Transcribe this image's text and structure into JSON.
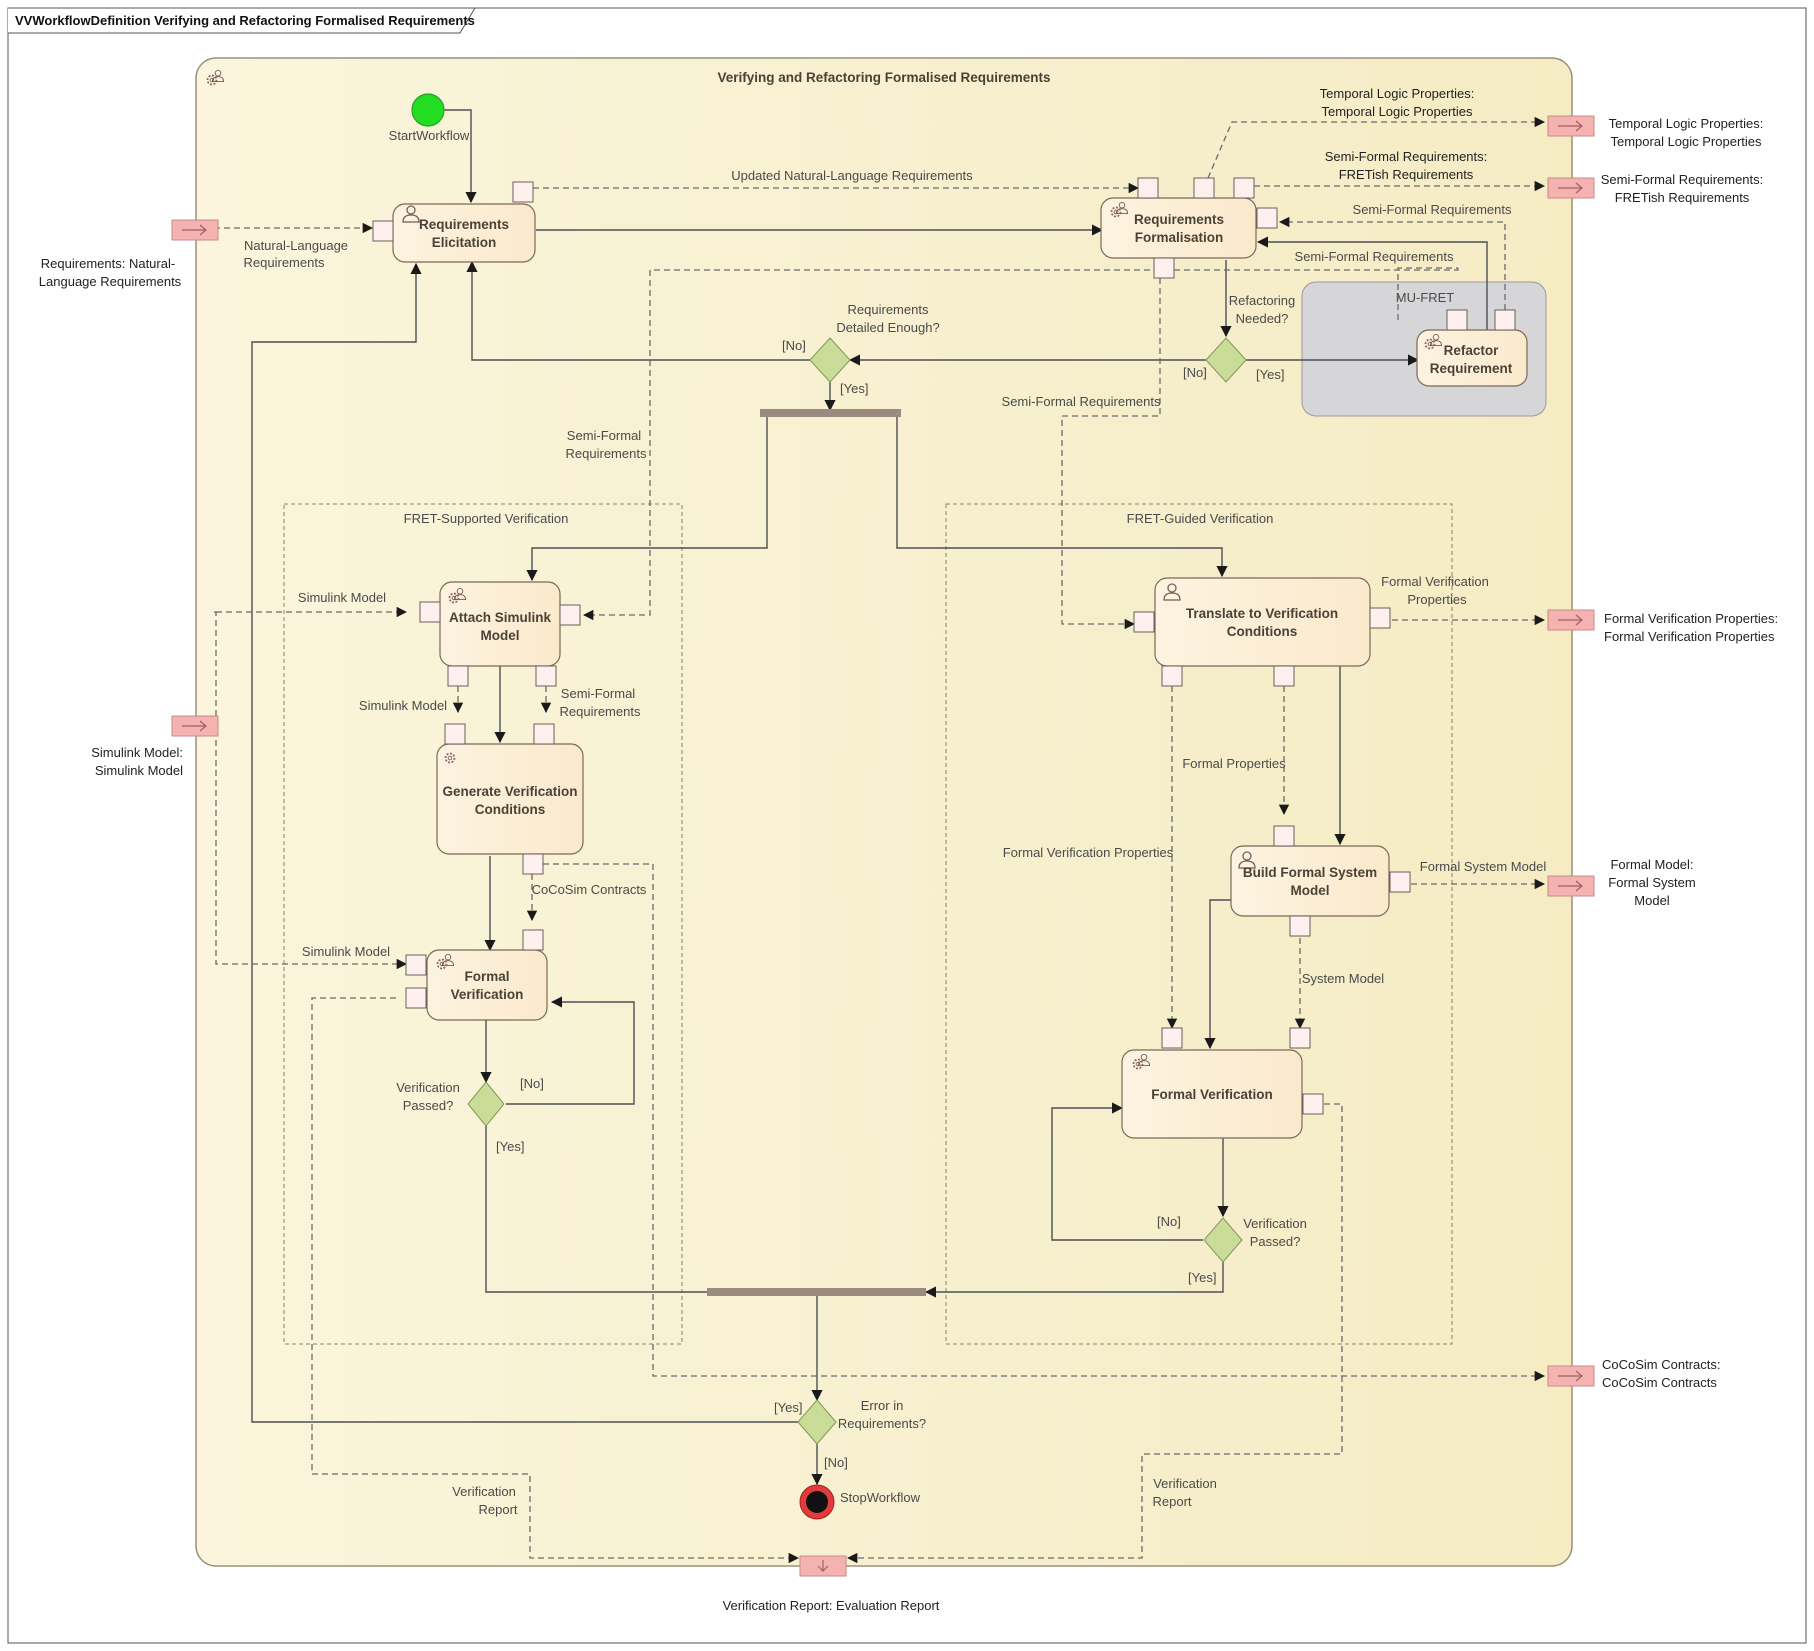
{
  "frame_title": "VVWorkflowDefinition Verifying and Refactoring Formalised Requirements",
  "activity_title": "Verifying and Refactoring Formalised Requirements",
  "start_node": "StartWorkflow",
  "stop_node": "StopWorkflow",
  "region_mufret": "MU-FRET",
  "partition_supported": "FRET-Supported Verification",
  "partition_guided": "FRET-Guided Verification",
  "actions": {
    "req_elicitation": [
      "Requirements",
      "Elicitation"
    ],
    "req_formalisation": [
      "Requirements",
      "Formalisation"
    ],
    "refactor": [
      "Refactor",
      "Requirement"
    ],
    "attach_simulink": [
      "Attach Simulink",
      "Model"
    ],
    "generate_vc": [
      "Generate Verification",
      "Conditions"
    ],
    "formal_verification_left": [
      "Formal",
      "Verification"
    ],
    "translate_vc": [
      "Translate to Verification",
      "Conditions"
    ],
    "build_formal_model": [
      "Build Formal System",
      "Model"
    ],
    "formal_verification_right": "Formal Verification"
  },
  "decisions": {
    "detailed_enough": [
      "Requirements",
      "Detailed Enough?"
    ],
    "refactoring_needed": [
      "Refactoring",
      "Needed?"
    ],
    "verif_passed_left": [
      "Verification",
      "Passed?"
    ],
    "verif_passed_right": [
      "Verification",
      "Passed?"
    ],
    "error_in_req": [
      "Error in",
      "Requirements?"
    ]
  },
  "guards": {
    "yes": "[Yes]",
    "no": "[No]"
  },
  "flow_labels": {
    "natural_language_req": [
      "Natural-Language",
      "Requirements"
    ],
    "updated_nl_req": "Updated Natural-Language Requirements",
    "temporal_logic": [
      "Temporal Logic Properties:",
      "Temporal Logic Properties"
    ],
    "semi_formal_fretish": [
      "Semi-Formal Requirements:",
      "FRETish Requirements"
    ],
    "semi_formal_req": "Semi-Formal Requirements",
    "semi_formal_req_split": [
      "Semi-Formal",
      "Requirements"
    ],
    "simulink_model": "Simulink Model",
    "cocosim_contracts": "CoCoSim Contracts",
    "formal_verification_properties": "Formal Verification Properties",
    "formal_verification_properties_split": [
      "Formal Verification",
      "Properties"
    ],
    "formal_properties": "Formal Properties",
    "formal_system_model": "Formal System Model",
    "system_model": "System Model",
    "verification_report": [
      "Verification",
      "Report"
    ]
  },
  "parameters": {
    "in_requirements": [
      "Requirements: Natural-",
      "Language Requirements"
    ],
    "in_simulink": [
      "Simulink Model:",
      "Simulink Model"
    ],
    "out_temporal": [
      "Temporal Logic Properties:",
      "Temporal Logic Properties"
    ],
    "out_semi_formal": [
      "Semi-Formal Requirements:",
      "FRETish Requirements"
    ],
    "out_formal_props": [
      "Formal Verification Properties:",
      "Formal Verification Properties"
    ],
    "out_formal_model": [
      "Formal Model:",
      "Formal System",
      "Model"
    ],
    "out_cocosim": [
      "CoCoSim Contracts:",
      "CoCoSim Contracts"
    ],
    "out_report": "Verification Report: Evaluation Report"
  },
  "colors": {
    "activity_fill": "#f8f1d2",
    "action_fill": "#fbecd3",
    "decision_fill": "#c9dc98",
    "param_fill": "#f4b2b0",
    "start_fill": "#22dd22",
    "region_fill": "#d6d6d8"
  }
}
